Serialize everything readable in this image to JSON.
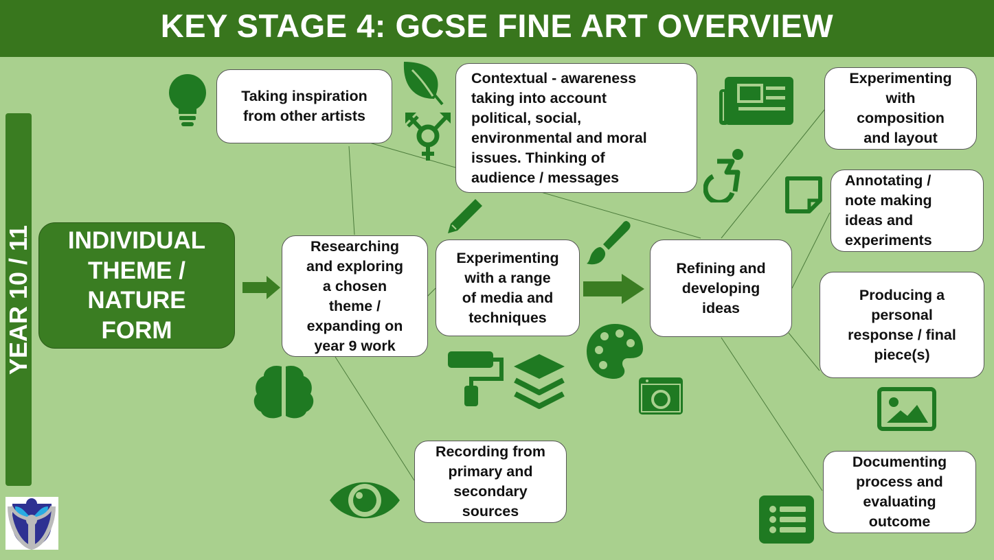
{
  "header": {
    "title": "KEY STAGE 4: GCSE FINE ART OVERVIEW"
  },
  "sidebar": {
    "label": "YEAR 10 / 11"
  },
  "main_theme": "INDIVIDUAL\nTHEME /\nNATURE\nFORM",
  "boxes": {
    "inspiration": "Taking inspiration\nfrom other artists",
    "contextual": "Contextual - awareness\ntaking into account\npolitical, social,\nenvironmental and moral\nissues.  Thinking of\naudience / messages",
    "researching": "Researching\nand exploring\na chosen\ntheme /\nexpanding on\nyear 9 work",
    "experimenting_media": "Experimenting\nwith a range\nof media and\ntechniques",
    "refining": "Refining and\ndeveloping\nideas",
    "composition": "Experimenting\nwith\ncomposition\nand layout",
    "annotating": "Annotating /\nnote making\nideas and\nexperiments",
    "producing": "Producing a\npersonal\nresponse / final\npiece(s)",
    "documenting": "Documenting\nprocess and\nevaluating\noutcome",
    "recording": "Recording from\nprimary and\nsecondary\nsources"
  },
  "colors": {
    "background": "#a9d08e",
    "header": "#38761d",
    "accent": "#3a7d22",
    "icon": "#1f7a22"
  }
}
